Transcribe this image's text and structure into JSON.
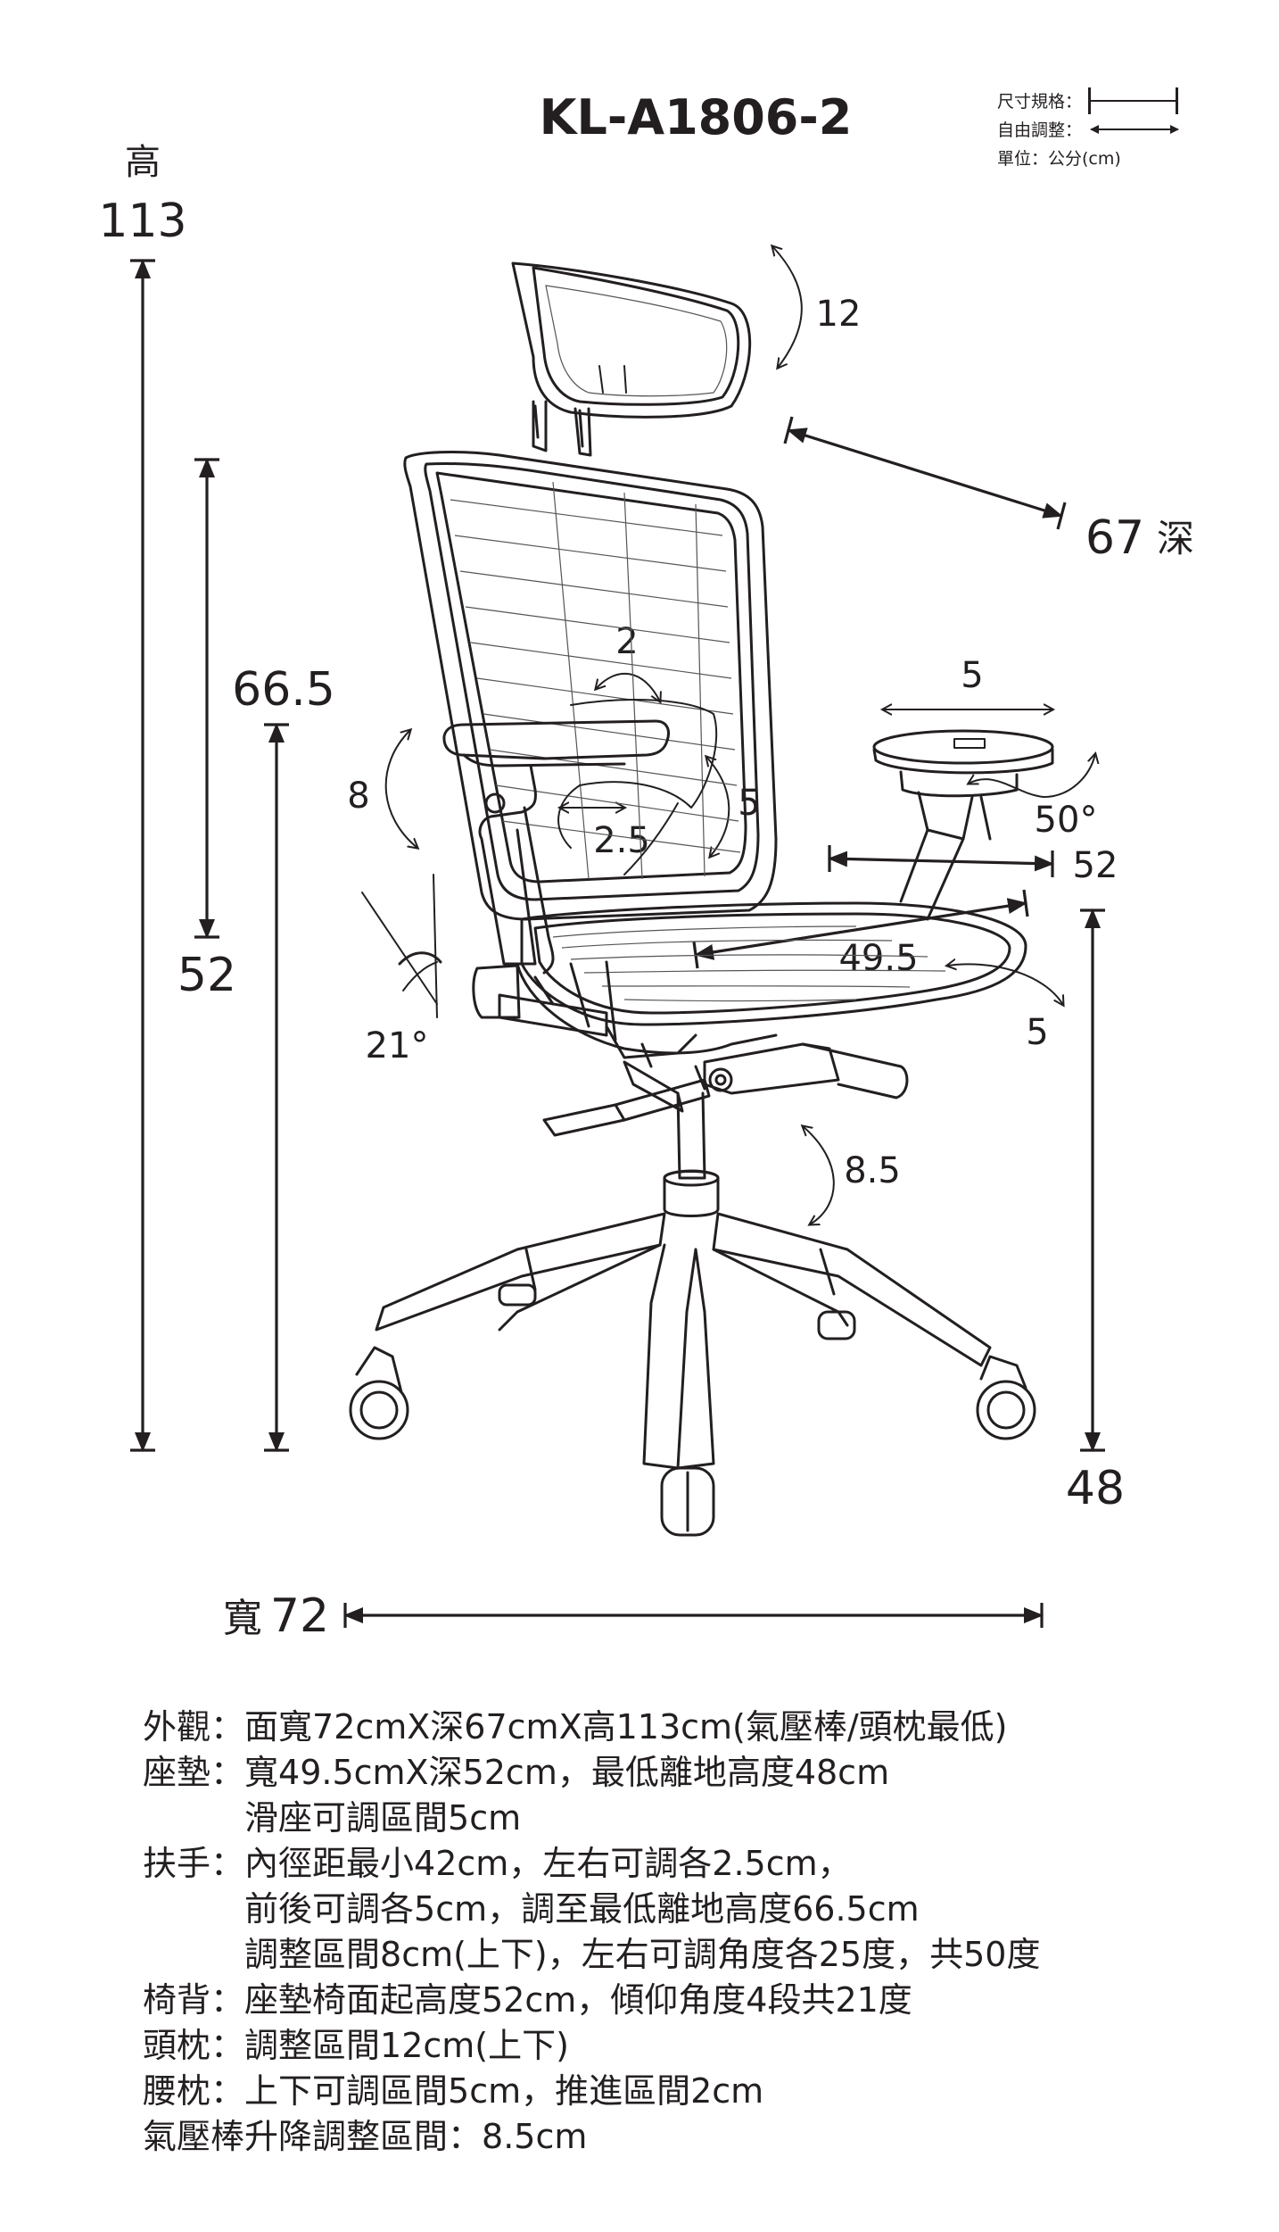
{
  "title": "KL-A1806-2",
  "legend": {
    "fixed": "尺寸規格：",
    "adjustable": "自由調整：",
    "unit": "單位：公分(cm)"
  },
  "dimensions": {
    "height_label": "高",
    "height_value": "113",
    "armrest_height": "66.5",
    "backrest_height": "52",
    "width_label": "寬",
    "width_value": "72",
    "depth_value": "67",
    "depth_label": "深",
    "seat_height": "48",
    "headrest_adjust": "12",
    "lumbar_push": "2",
    "armrest_width_adjust": "5",
    "armrest_angle": "50°",
    "armrest_vertical": "8",
    "armrest_side": "2.5",
    "lumbar_vertical": "5",
    "seat_depth": "52",
    "seat_width": "49.5",
    "seat_slide": "5",
    "recline_angle": "21°",
    "gas_lift": "8.5"
  },
  "specs": [
    {
      "label": "外觀：",
      "lines": [
        "面寬72cmX深67cmX高113cm(氣壓棒/頭枕最低)"
      ]
    },
    {
      "label": "座墊：",
      "lines": [
        "寬49.5cmX深52cm，最低離地高度48cm",
        "滑座可調區間5cm"
      ]
    },
    {
      "label": "扶手：",
      "lines": [
        "內徑距最小42cm，左右可調各2.5cm，",
        "前後可調各5cm，調至最低離地高度66.5cm",
        "調整區間8cm(上下)，左右可調角度各25度，共50度"
      ]
    },
    {
      "label": "椅背：",
      "lines": [
        "座墊椅面起高度52cm，傾仰角度4段共21度"
      ]
    },
    {
      "label": "頭枕：",
      "lines": [
        "調整區間12cm(上下)"
      ]
    },
    {
      "label": "腰枕：",
      "lines": [
        "上下可調區間5cm，推進區間2cm"
      ]
    },
    {
      "label": "氣壓棒升降調整區間：",
      "lines": [
        "8.5cm"
      ]
    }
  ]
}
